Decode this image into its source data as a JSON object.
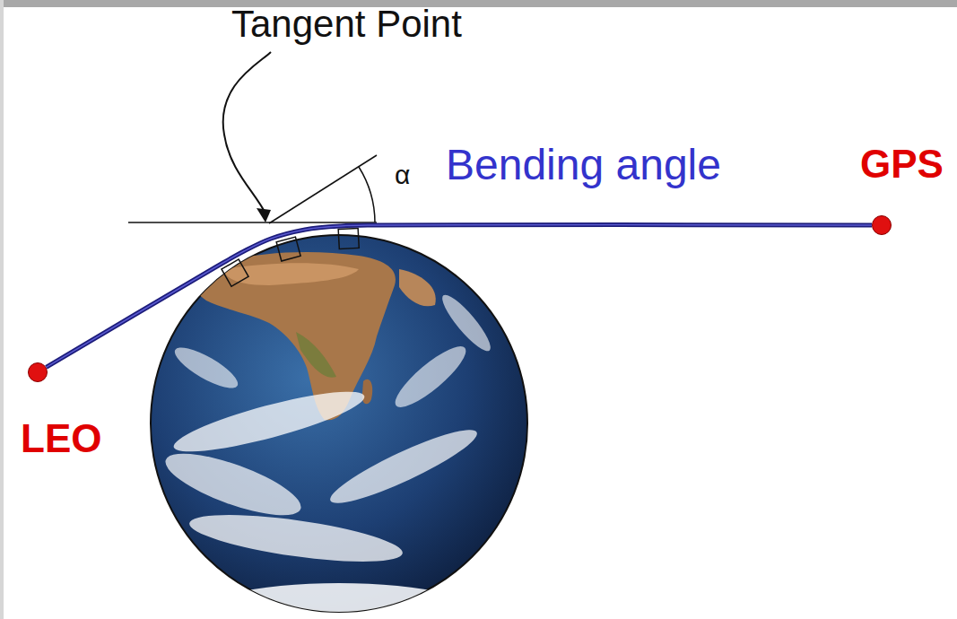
{
  "diagram": {
    "nodes": [
      {
        "text": [
          "GPS"
        ]
      },
      {
        "text": [
          "LEO"
        ]
      }
    ],
    "edges": [
      {
        "from": 1,
        "to": 0,
        "arrow": "none"
      }
    ],
    "labels": [
      "Tangent Point",
      "α",
      "Bending angle"
    ]
  }
}
